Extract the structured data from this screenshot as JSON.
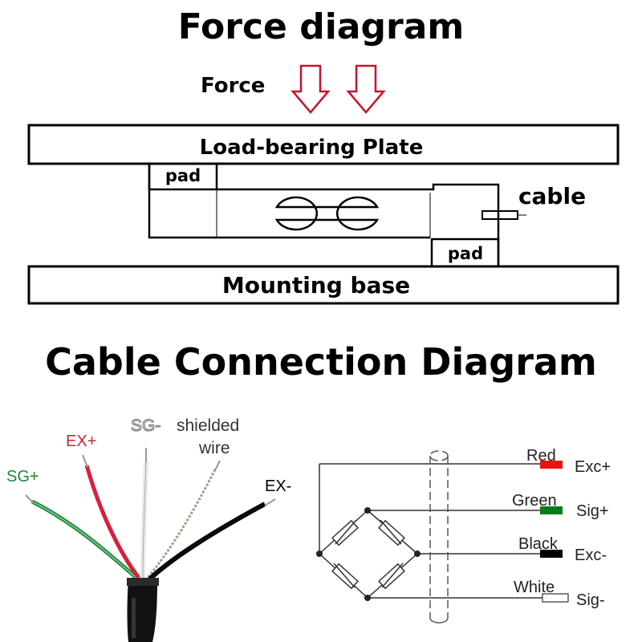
{
  "force_diagram": {
    "title": "Force diagram",
    "force_label": "Force",
    "plate_label": "Load-bearing Plate",
    "pad_label_top": "pad",
    "pad_label_bottom": "pad",
    "cable_label": "cable",
    "base_label": "Mounting base"
  },
  "cable_diagram": {
    "title": "Cable Connection Diagram",
    "wires": [
      {
        "label": "SG+",
        "color": "#1a8a3a"
      },
      {
        "label": "EX+",
        "color": "#d8203a"
      },
      {
        "label": "SG-",
        "color": "#aaaaaa"
      },
      {
        "label": "shielded",
        "color": "#333333"
      },
      {
        "label": "wire",
        "color": "#333333"
      },
      {
        "label": "EX-",
        "color": "#000000"
      }
    ],
    "schematic": [
      {
        "color_name": "Red",
        "signal": "Exc+",
        "color": "#ee1111"
      },
      {
        "color_name": "Green",
        "signal": "Sig+",
        "color": "#0a7a1a"
      },
      {
        "color_name": "Black",
        "signal": "Exc-",
        "color": "#000000"
      },
      {
        "color_name": "White",
        "signal": "Sig-",
        "color": "#ffffff"
      }
    ]
  }
}
